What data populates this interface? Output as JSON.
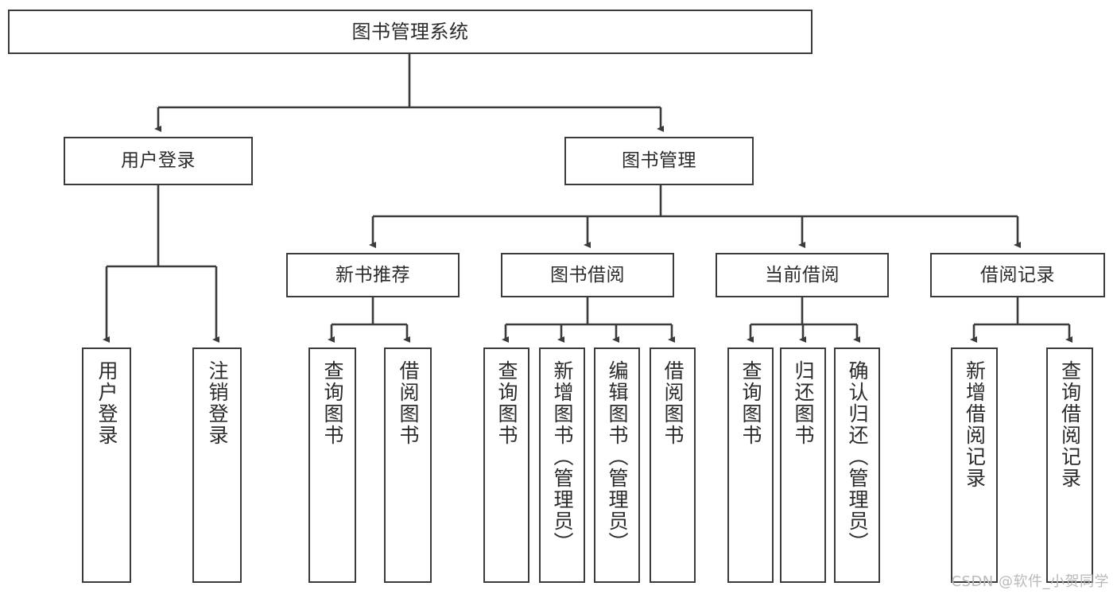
{
  "diagram": {
    "title": "图书管理系统",
    "watermark": "CSDN @软件_小贺同学",
    "colors": {
      "stroke": "#3b3b3b",
      "text": "#2b2b2b",
      "background": "#ffffff",
      "watermark": "#b9b9b9"
    },
    "nodes": {
      "root": "图书管理系统",
      "level1": {
        "user_login": "用户登录",
        "book_manage": "图书管理"
      },
      "level2": {
        "new_book_recommend": "新书推荐",
        "book_borrow": "图书借阅",
        "current_borrow": "当前借阅",
        "borrow_record": "借阅记录"
      },
      "leaves": {
        "user_login_1": "用户登录",
        "user_login_2": "注销登录",
        "recommend_1": "查询图书",
        "recommend_2": "借阅图书",
        "borrow_1": "查询图书",
        "borrow_2": "新增图书（管理员）",
        "borrow_3": "编辑图书（管理员）",
        "borrow_4": "借阅图书",
        "current_1": "查询图书",
        "current_2": "归还图书",
        "current_3": "确认归还（管理员）",
        "record_1": "新增借阅记录",
        "record_2": "查询借阅记录"
      }
    }
  }
}
